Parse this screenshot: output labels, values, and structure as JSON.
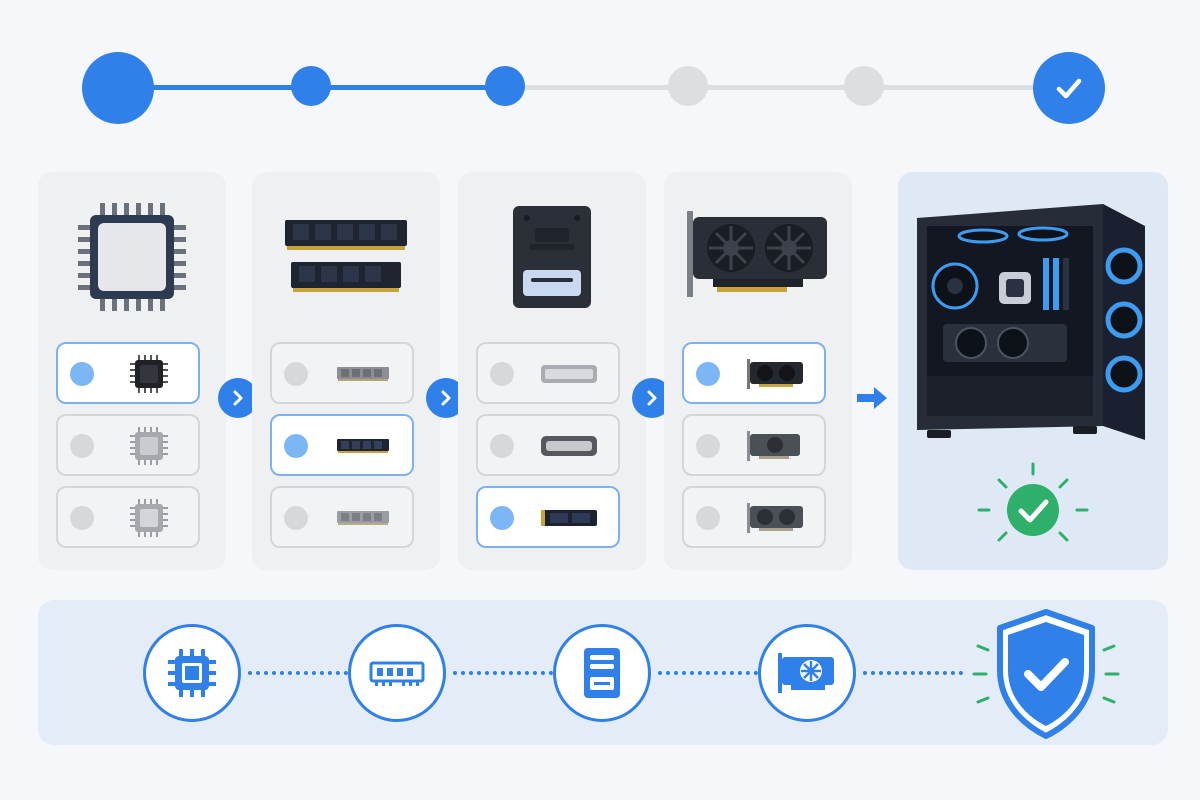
{
  "theme": {
    "accent": "#2f80e8",
    "accent_light": "#7db6f5",
    "inactive": "#dcdee2",
    "success": "#2eaf6a",
    "panel": "#eef0f2"
  },
  "stepper": {
    "steps": [
      {
        "name": "step-1",
        "state": "current"
      },
      {
        "name": "step-2",
        "state": "completed"
      },
      {
        "name": "step-3",
        "state": "completed"
      },
      {
        "name": "step-4",
        "state": "pending"
      },
      {
        "name": "step-5",
        "state": "pending"
      },
      {
        "name": "step-6",
        "state": "done",
        "icon": "check-icon"
      }
    ]
  },
  "columns": [
    {
      "component": "cpu",
      "icon": "cpu-icon",
      "selected_index": 0,
      "options": [
        "cpu-option-1",
        "cpu-option-2",
        "cpu-option-3"
      ]
    },
    {
      "component": "ram",
      "icon": "ram-icon",
      "selected_index": 1,
      "options": [
        "ram-option-1",
        "ram-option-2",
        "ram-option-3"
      ]
    },
    {
      "component": "storage",
      "icon": "ssd-icon",
      "selected_index": 2,
      "options": [
        "storage-option-1",
        "storage-option-2",
        "storage-option-3"
      ]
    },
    {
      "component": "gpu",
      "icon": "gpu-icon",
      "selected_index": 0,
      "options": [
        "gpu-option-1",
        "gpu-option-2",
        "gpu-option-3"
      ]
    }
  ],
  "build": {
    "icon": "pc-case-icon",
    "status_icon": "check-circle-icon",
    "status_color": "#2eaf6a"
  },
  "summary": {
    "icons": [
      "cpu-icon",
      "ram-icon",
      "storage-icon",
      "gpu-icon",
      "shield-check-icon"
    ]
  }
}
